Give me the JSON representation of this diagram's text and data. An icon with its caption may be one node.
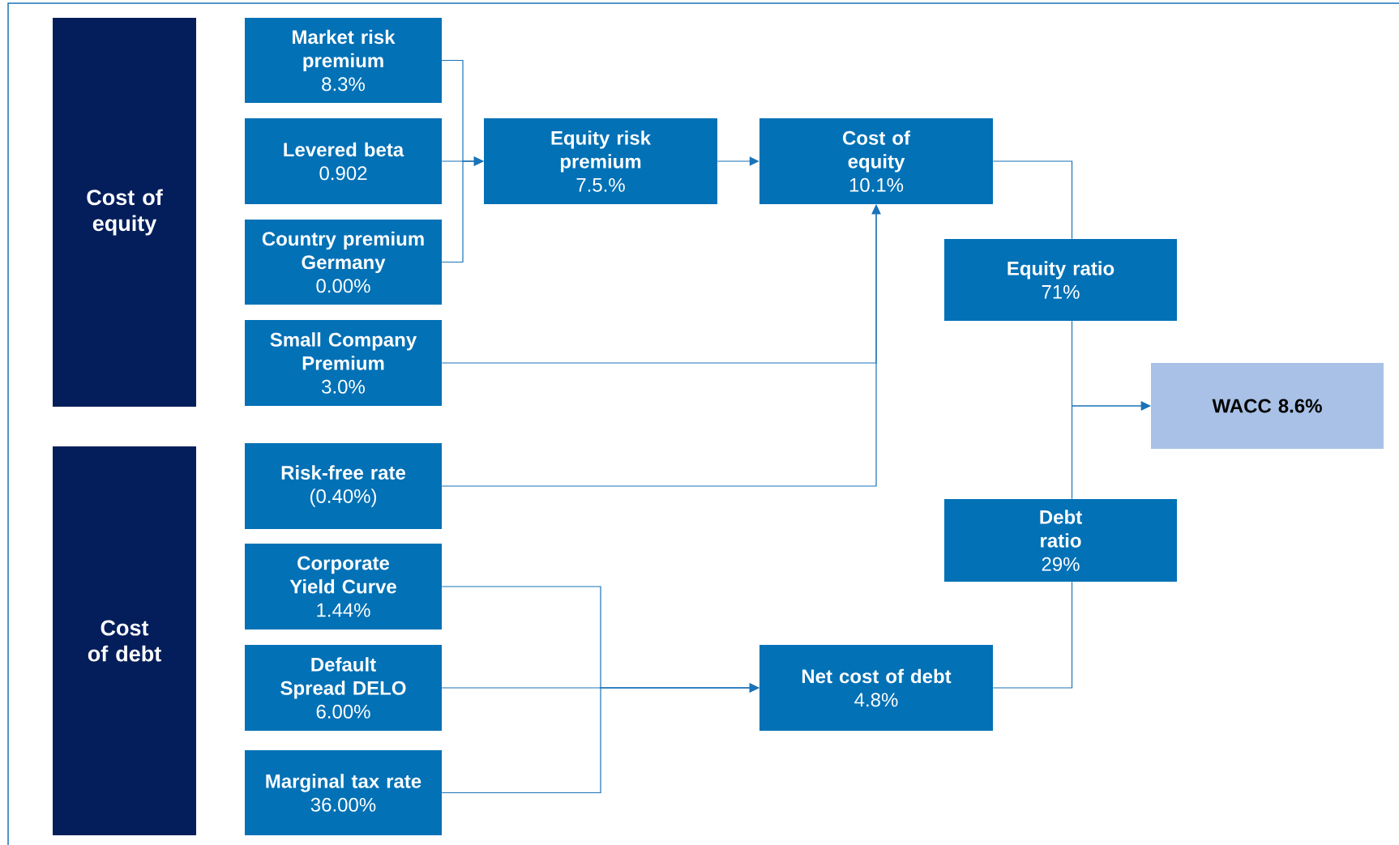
{
  "diagram": {
    "nodes": [
      {
        "text": [
          "Cost of equity"
        ]
      },
      {
        "text": [
          "Cost of debt"
        ]
      },
      {
        "text": [
          "Market risk premium",
          "8.3%"
        ]
      },
      {
        "text": [
          "Levered beta",
          "0.902"
        ]
      },
      {
        "text": [
          "Country premium Germany",
          "0.00%"
        ]
      },
      {
        "text": [
          "Small Company Premium",
          "3.0%"
        ]
      },
      {
        "text": [
          "Risk-free rate",
          "(0.40%)"
        ]
      },
      {
        "text": [
          "Corporate Yield Curve",
          "1.44%"
        ]
      },
      {
        "text": [
          "Default Spread DELO",
          "6.00%"
        ]
      },
      {
        "text": [
          "Marginal tax rate",
          "36.00%"
        ]
      },
      {
        "text": [
          "Equity risk premium",
          "7.5.%"
        ]
      },
      {
        "text": [
          "Cost of equity",
          "10.1%"
        ]
      },
      {
        "text": [
          "Equity ratio",
          "71%"
        ]
      },
      {
        "text": [
          "WACC 8.6%"
        ]
      },
      {
        "text": [
          "Debt ratio",
          "29%"
        ]
      },
      {
        "text": [
          "Net cost of debt",
          "4.8%"
        ]
      }
    ],
    "edges": [
      {
        "from": 2,
        "to": 10,
        "arrow": "to"
      },
      {
        "from": 3,
        "to": 10,
        "arrow": "to"
      },
      {
        "from": 4,
        "to": 10,
        "arrow": "to"
      },
      {
        "from": 10,
        "to": 11,
        "arrow": "to"
      },
      {
        "from": 5,
        "to": 11,
        "arrow": "to"
      },
      {
        "from": 6,
        "to": 11,
        "arrow": "to"
      },
      {
        "from": 7,
        "to": 15,
        "arrow": "to"
      },
      {
        "from": 8,
        "to": 15,
        "arrow": "to"
      },
      {
        "from": 9,
        "to": 15,
        "arrow": "to"
      },
      {
        "from": 11,
        "to": 12,
        "arrow": "none"
      },
      {
        "from": 12,
        "to": 13,
        "arrow": "to"
      },
      {
        "from": 14,
        "to": 13,
        "arrow": "to"
      },
      {
        "from": 15,
        "to": 14,
        "arrow": "none"
      }
    ]
  }
}
